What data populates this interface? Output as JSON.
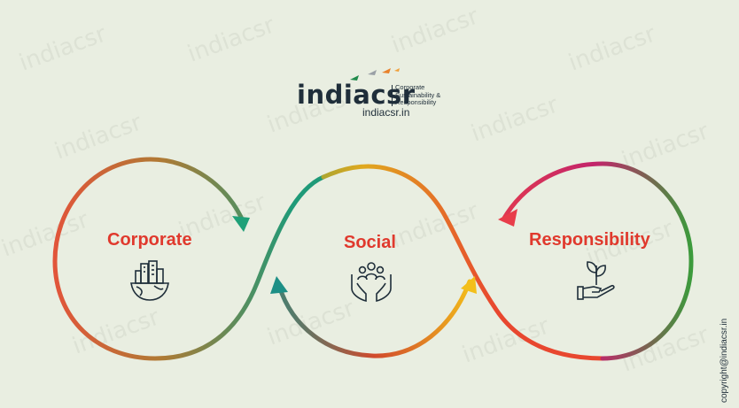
{
  "watermark_text": "indiacsr",
  "logo": {
    "wordmark": "indiacsr",
    "tagline_lines": [
      "Corporate",
      "Sustainability &",
      "Responsibility"
    ],
    "url": "indiacsr.in"
  },
  "labels": {
    "corporate": "Corporate",
    "social": "Social",
    "responsibility": "Responsibility"
  },
  "icons": {
    "corporate": "city-globe-icon",
    "social": "community-hands-icon",
    "responsibility": "plant-hand-icon"
  },
  "copyright": "copyright@indiacsr.in",
  "colors": {
    "background": "#e9eee1",
    "label_red": "#e0392d",
    "dark": "#1f2e3a"
  }
}
